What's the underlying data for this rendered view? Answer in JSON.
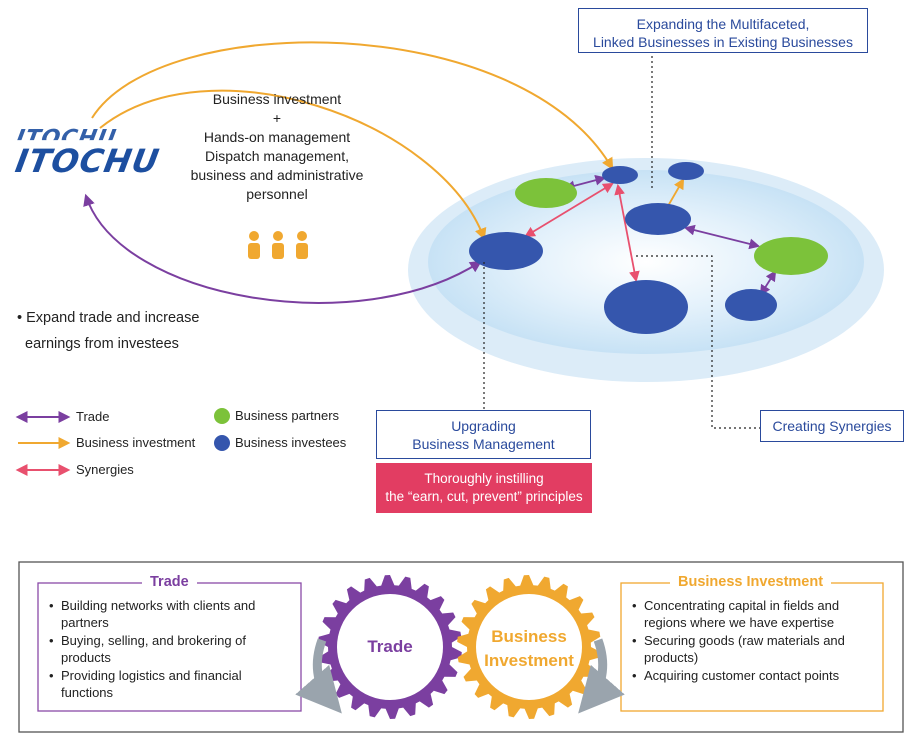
{
  "logo": {
    "text": "ITOCHU"
  },
  "investment_text": [
    "Business investment",
    "+",
    "Hands-on management",
    "Dispatch management,",
    "business and administrative",
    "personnel"
  ],
  "trade_bullet": [
    "• Expand trade and increase",
    "earnings from investees"
  ],
  "callouts": {
    "expanding": [
      "Expanding the Multifaceted,",
      "Linked Businesses in Existing Businesses"
    ],
    "upgrading": [
      "Upgrading",
      "Business Management"
    ],
    "instilling": [
      "Thoroughly instilling",
      "the “earn, cut, prevent” principles"
    ],
    "synergies": "Creating Synergies"
  },
  "legend": {
    "trade": "Trade",
    "investment": "Business investment",
    "synergies": "Synergies",
    "partners": "Business partners",
    "investees": "Business investees"
  },
  "colors": {
    "trade": "#7b3fa0",
    "investment": "#f0a830",
    "synergies": "#e8506e",
    "partner": "#7cc23a",
    "investee": "#3556ad",
    "blue_text": "#2a4a9c",
    "red_box": "#e23d62"
  },
  "bottom": {
    "trade_title": "Trade",
    "trade_items": [
      "Building networks with clients and partners",
      "Buying, selling, and brokering of products",
      "Providing logistics and financial functions"
    ],
    "gear_left": "Trade",
    "gear_right": [
      "Business",
      "Investment"
    ],
    "inv_title": "Business Investment",
    "inv_items": [
      "Concentrating capital in fields and regions where we have expertise",
      "Securing goods (raw materials and products)",
      "Acquiring customer contact points"
    ]
  }
}
